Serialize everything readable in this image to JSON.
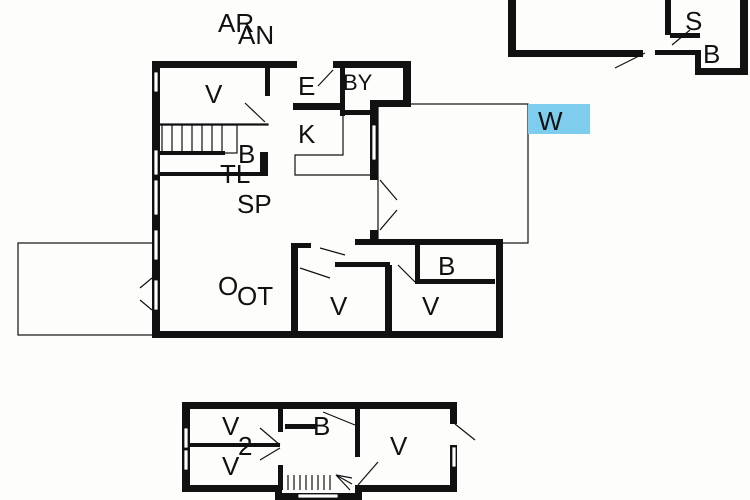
{
  "title_labels": {
    "ar": "AR",
    "an": "AN"
  },
  "main_floor": {
    "v_top": "V",
    "e": "E",
    "by": "BY",
    "k": "K",
    "b_stair": "B",
    "tl": "TL",
    "sp": "SP",
    "w": "W",
    "o": "O",
    "ot": "OT",
    "v_mid": "V",
    "v_right": "V",
    "b_right": "B"
  },
  "annex": {
    "s": "S",
    "b": "B"
  },
  "lower_floor": {
    "v_top": "V",
    "num": "2",
    "v_bottom": "V",
    "b": "B",
    "v_right": "V"
  },
  "colors": {
    "highlight": "#7fcdee",
    "wall": "#111111"
  }
}
